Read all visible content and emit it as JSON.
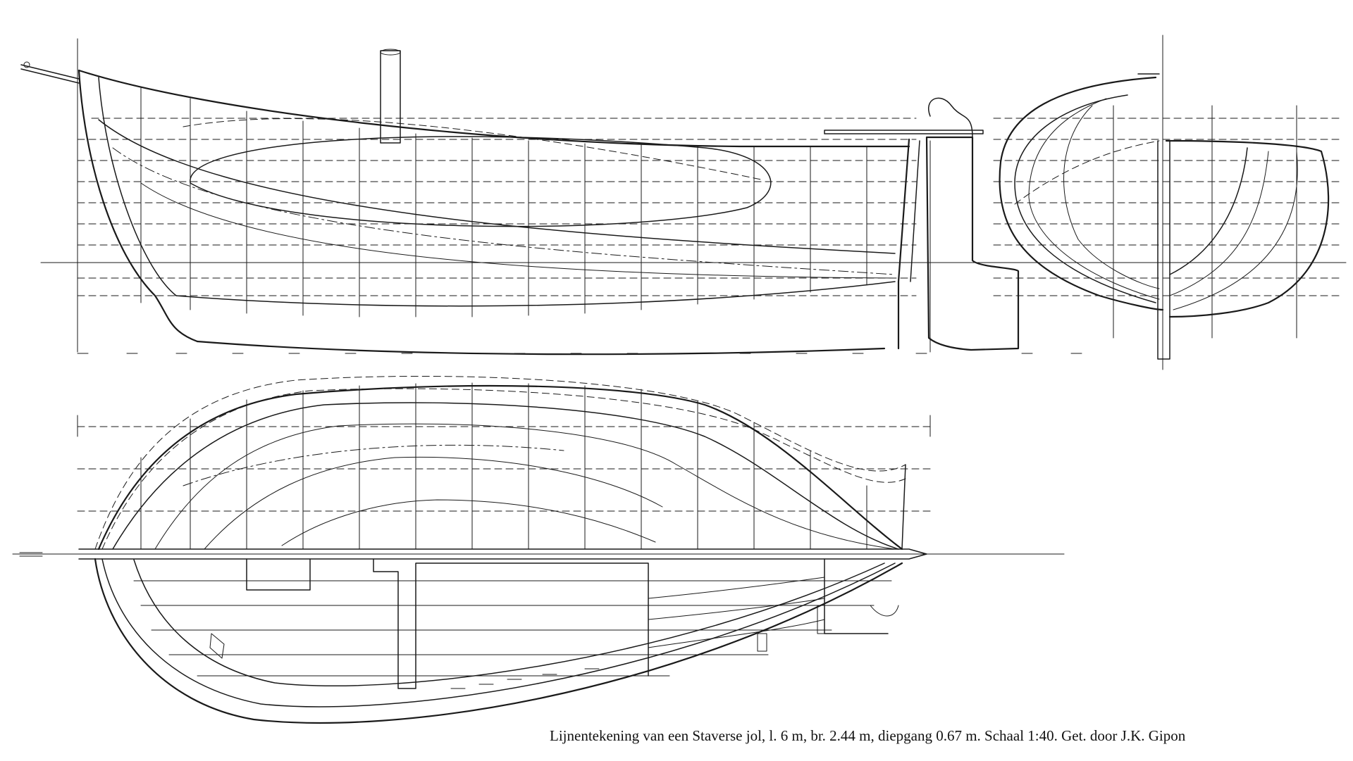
{
  "caption": "Lijnentekening van een Staverse jol, l. 6 m, br. 2.44 m, diepgang 0.67 m. Schaal 1:40. Get. door J.K. Gipon",
  "colors": {
    "ink": "#1a1a1a",
    "paper": "#ffffff"
  },
  "views": [
    "profile-view",
    "body-plan-view",
    "half-breadth-view"
  ]
}
